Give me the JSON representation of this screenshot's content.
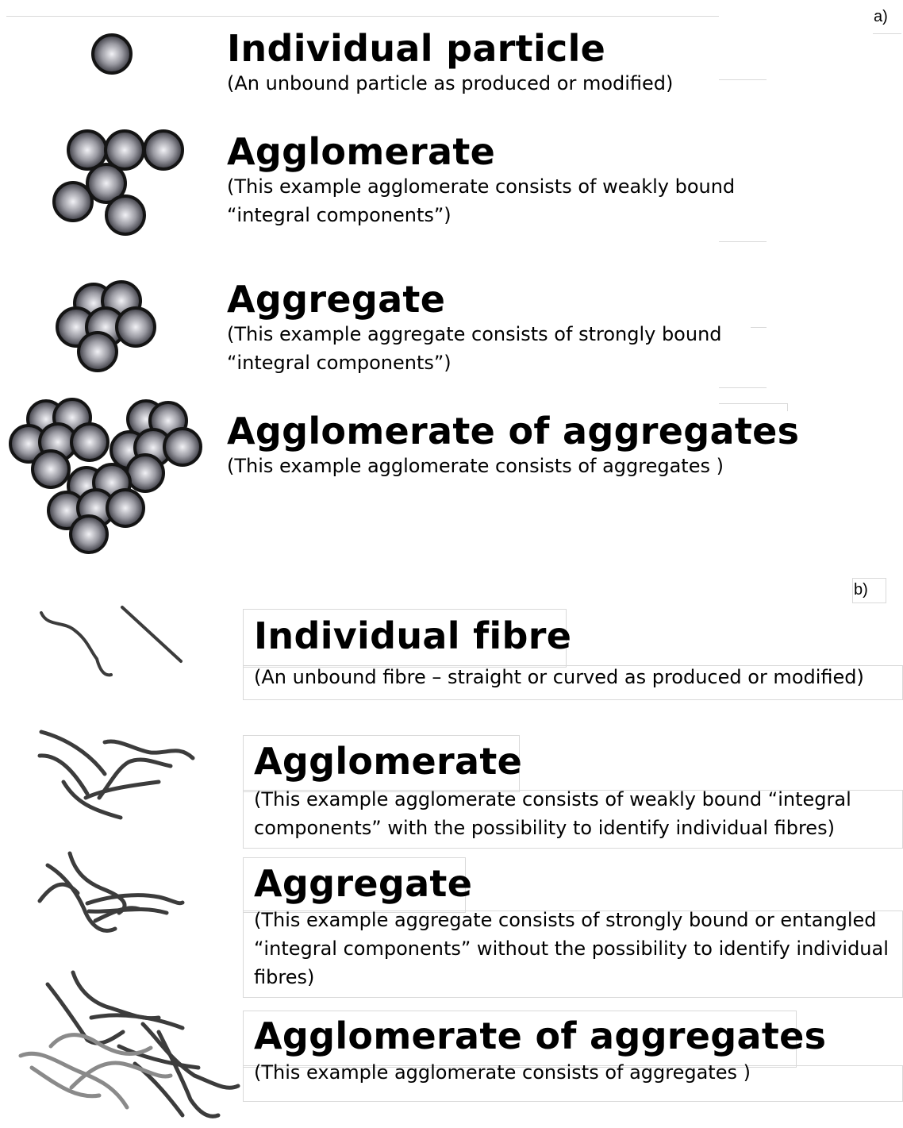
{
  "panel_a": {
    "label": "a)",
    "items": [
      {
        "title": "Individual particle",
        "desc": "(An unbound particle as produced or modified)"
      },
      {
        "title": "Agglomerate",
        "desc": "(This example agglomerate consists of weakly bound “integral components”)"
      },
      {
        "title": "Aggregate",
        "desc": "(This example aggregate consists of strongly bound “integral components”)"
      },
      {
        "title": "Agglomerate of aggregates",
        "desc": "(This example agglomerate consists of aggregates )"
      }
    ]
  },
  "panel_b": {
    "label": "b)",
    "items": [
      {
        "title": "Individual fibre",
        "desc": "(An unbound fibre – straight or curved as produced or modified)"
      },
      {
        "title": "Agglomerate",
        "desc": "(This example agglomerate consists of weakly bound “integral components” with the possibility to identify individual fibres)"
      },
      {
        "title": "Aggregate",
        "desc": "(This example aggregate consists of strongly bound or entangled “integral components” without the possibility to identify individual fibres)"
      },
      {
        "title": "Agglomerate of aggregates",
        "desc": "(This example agglomerate consists of aggregates )"
      }
    ]
  },
  "colors": {
    "particle_center": "#f2f2f6",
    "particle_edge": "#3a3a42",
    "outline": "#141414",
    "fibre": "#3c3c3c",
    "fibre_light": "#8a8a8a"
  }
}
